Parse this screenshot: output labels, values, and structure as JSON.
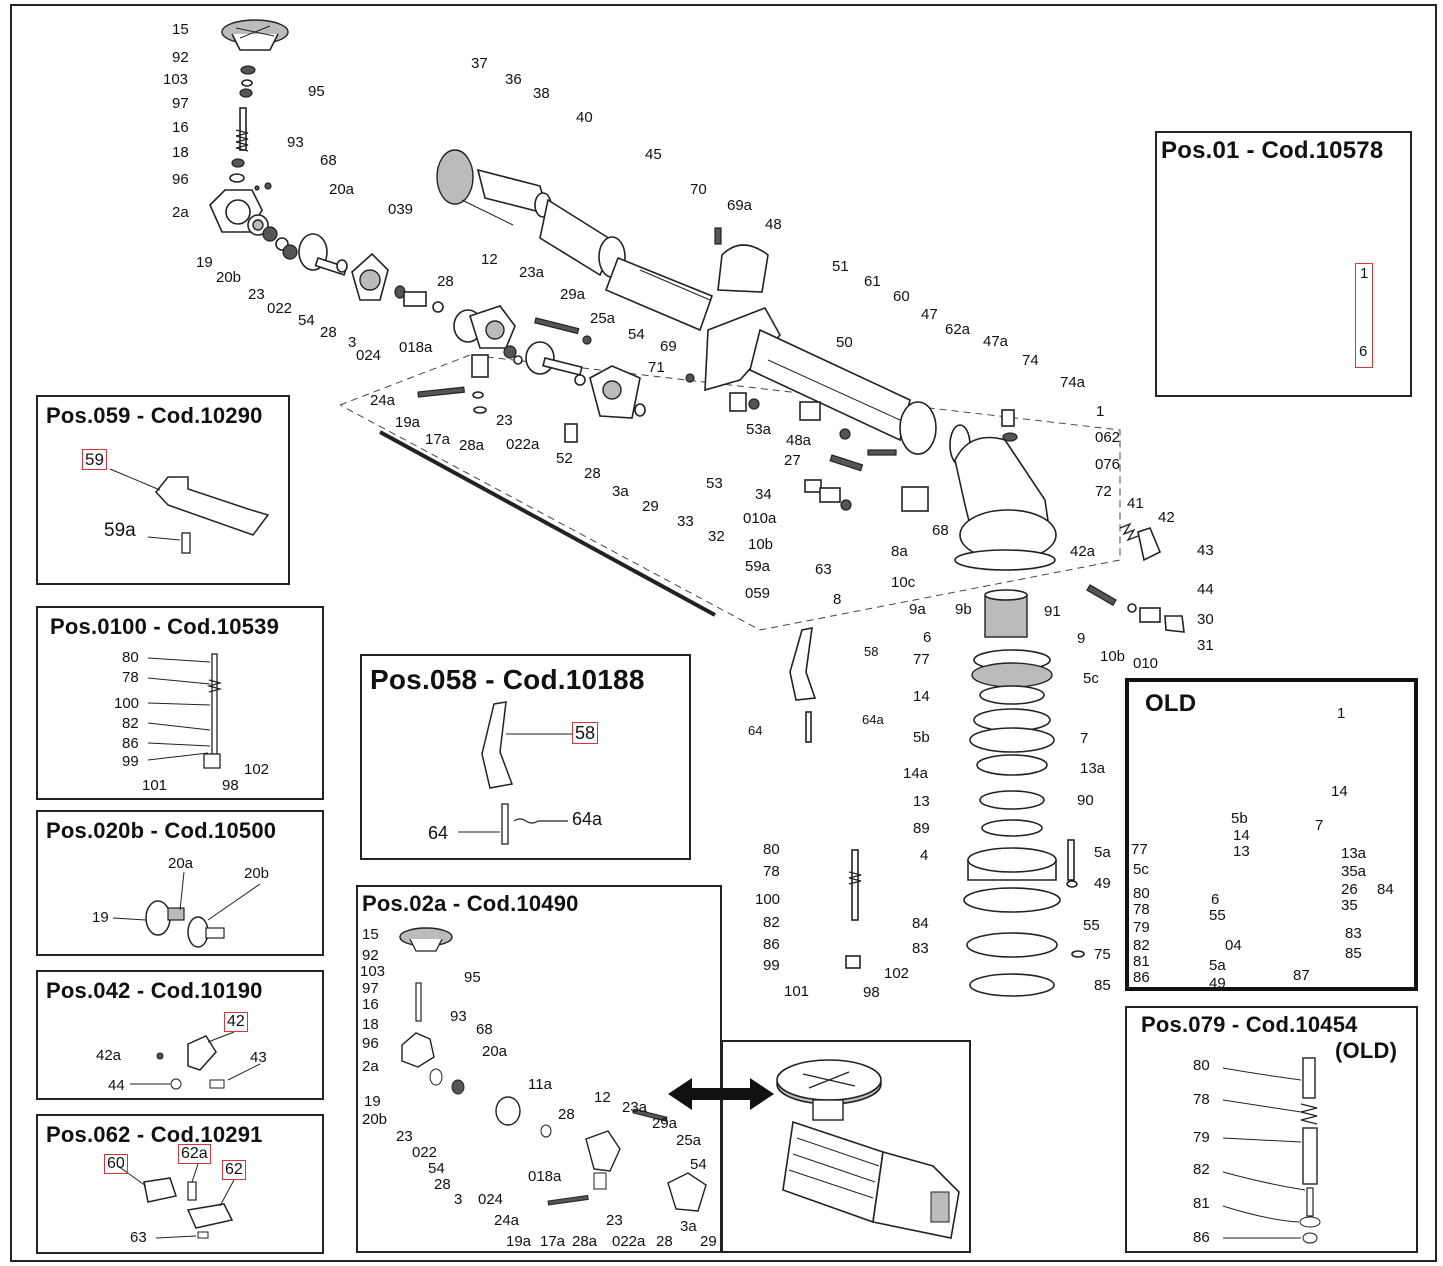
{
  "boxes": {
    "pos01": {
      "title": "Pos.01 - Cod.10578",
      "labels": [
        "1",
        "6"
      ]
    },
    "pos059": {
      "title": "Pos.059 - Cod.10290",
      "labels": [
        "59",
        "59a"
      ]
    },
    "pos0100": {
      "title": "Pos.0100 - Cod.10539",
      "labels": [
        "80",
        "78",
        "100",
        "82",
        "86",
        "99",
        "101",
        "98",
        "102"
      ]
    },
    "pos058": {
      "title": "Pos.058 - Cod.10188",
      "labels": [
        "58",
        "64",
        "64a"
      ]
    },
    "pos020b": {
      "title": "Pos.020b - Cod.10500",
      "labels": [
        "20a",
        "20b",
        "19"
      ]
    },
    "pos042": {
      "title": "Pos.042 - Cod.10190",
      "labels": [
        "42",
        "42a",
        "43",
        "44"
      ]
    },
    "pos062": {
      "title": "Pos.062 - Cod.10291",
      "labels": [
        "60",
        "62a",
        "62",
        "63"
      ]
    },
    "pos02a": {
      "title": "Pos.02a - Cod.10490",
      "labels": [
        "15",
        "92",
        "103",
        "95",
        "97",
        "16",
        "18",
        "93",
        "68",
        "96",
        "20a",
        "2a",
        "19",
        "20b",
        "23",
        "022",
        "54",
        "28",
        "3",
        "024",
        "11a",
        "28",
        "12",
        "23a",
        "29a",
        "25a",
        "54",
        "018a",
        "24a",
        "19a",
        "17a",
        "28a",
        "23",
        "022a",
        "28",
        "3a",
        "29"
      ]
    },
    "old": {
      "title": "OLD",
      "labels": [
        "1",
        "14",
        "5b",
        "7",
        "14",
        "13",
        "13a",
        "35a",
        "77",
        "5c",
        "26",
        "35",
        "80",
        "6",
        "78",
        "55",
        "79",
        "04",
        "82",
        "81",
        "5a",
        "86",
        "87",
        "49",
        "84",
        "83",
        "85"
      ]
    },
    "pos079": {
      "title": "Pos.079 - Cod.10454",
      "subtitle": "(OLD)",
      "labels": [
        "80",
        "78",
        "79",
        "82",
        "81",
        "86"
      ]
    }
  },
  "main_labels": [
    "15",
    "92",
    "103",
    "95",
    "97",
    "16",
    "18",
    "93",
    "68",
    "96",
    "20a",
    "2a",
    "19",
    "20b",
    "23",
    "022",
    "54",
    "28",
    "3",
    "024",
    "37",
    "36",
    "38",
    "40",
    "45",
    "039",
    "70",
    "69a",
    "48",
    "12",
    "28",
    "23a",
    "29a",
    "25a",
    "018a",
    "24a",
    "19a",
    "17a",
    "28a",
    "23",
    "022a",
    "52",
    "28",
    "3a",
    "29",
    "33",
    "32",
    "54",
    "69",
    "71",
    "53a",
    "53",
    "48a",
    "27",
    "34",
    "010a",
    "10b",
    "59a",
    "059",
    "63",
    "8",
    "51",
    "50",
    "61",
    "60",
    "47",
    "62a",
    "47a",
    "74",
    "74a",
    "1",
    "062",
    "076",
    "72",
    "41",
    "42",
    "42a",
    "43",
    "44",
    "68",
    "8a",
    "10c",
    "9a",
    "9b",
    "91",
    "9",
    "10b",
    "010",
    "30",
    "31",
    "6",
    "77",
    "5c",
    "14",
    "5b",
    "7",
    "14a",
    "13a",
    "13",
    "90",
    "89",
    "4",
    "5a",
    "49",
    "55",
    "84",
    "83",
    "75",
    "85",
    "58",
    "64",
    "64a",
    "80",
    "78",
    "100",
    "82",
    "86",
    "99",
    "101",
    "98",
    "102"
  ]
}
